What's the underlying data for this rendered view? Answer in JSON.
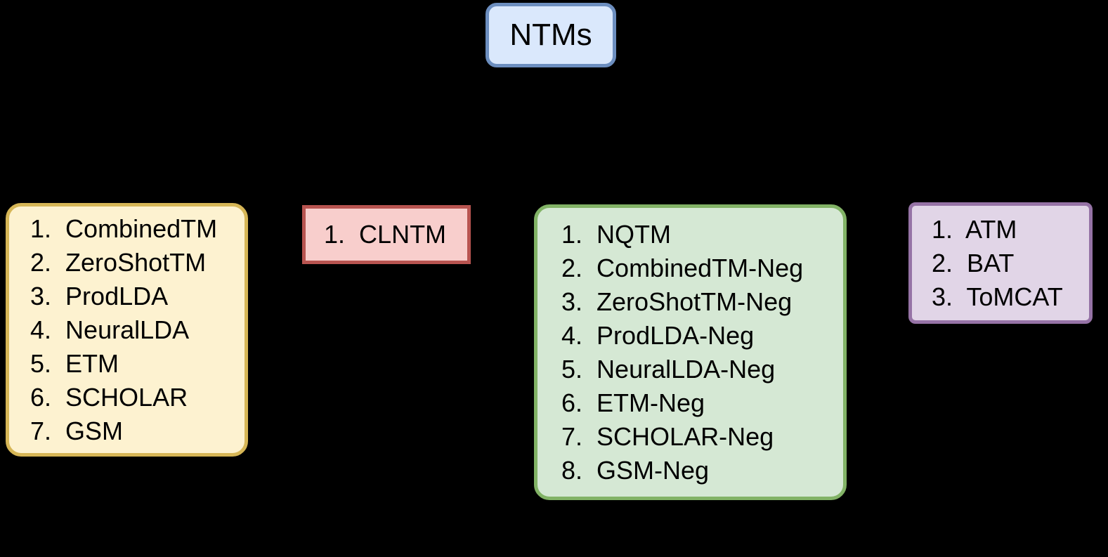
{
  "diagram": {
    "background_color": "#000000",
    "root": {
      "label": "NTMs",
      "fill_color": "#dae8fc",
      "border_color": "#6c8ebf"
    },
    "groups": [
      {
        "id": "vanilla",
        "fill_color": "#fdf2d0",
        "border_color": "#d6b656",
        "items": [
          {
            "num": "1.",
            "label": "CombinedTM"
          },
          {
            "num": "2.",
            "label": "ZeroShotTM"
          },
          {
            "num": "3.",
            "label": "ProdLDA"
          },
          {
            "num": "4.",
            "label": "NeuralLDA"
          },
          {
            "num": "5.",
            "label": "ETM"
          },
          {
            "num": "6.",
            "label": "SCHOLAR"
          },
          {
            "num": "7.",
            "label": "GSM"
          }
        ]
      },
      {
        "id": "contrastive",
        "fill_color": "#f8cecc",
        "border_color": "#b85450",
        "items": [
          {
            "num": "1.",
            "label": "CLNTM"
          }
        ]
      },
      {
        "id": "negative",
        "fill_color": "#d5e8d4",
        "border_color": "#82b366",
        "items": [
          {
            "num": "1.",
            "label": "NQTM"
          },
          {
            "num": "2.",
            "label": "CombinedTM-Neg"
          },
          {
            "num": "3.",
            "label": "ZeroShotTM-Neg"
          },
          {
            "num": "4.",
            "label": "ProdLDA-Neg"
          },
          {
            "num": "5.",
            "label": "NeuralLDA-Neg"
          },
          {
            "num": "6.",
            "label": "ETM-Neg"
          },
          {
            "num": "7.",
            "label": "SCHOLAR-Neg"
          },
          {
            "num": "8.",
            "label": "GSM-Neg"
          }
        ]
      },
      {
        "id": "adversarial",
        "fill_color": "#e1d5e7",
        "border_color": "#9673a6",
        "items": [
          {
            "num": "1.",
            "label": "ATM"
          },
          {
            "num": "2.",
            "label": "BAT"
          },
          {
            "num": "3.",
            "label": "ToMCAT"
          }
        ]
      }
    ]
  }
}
